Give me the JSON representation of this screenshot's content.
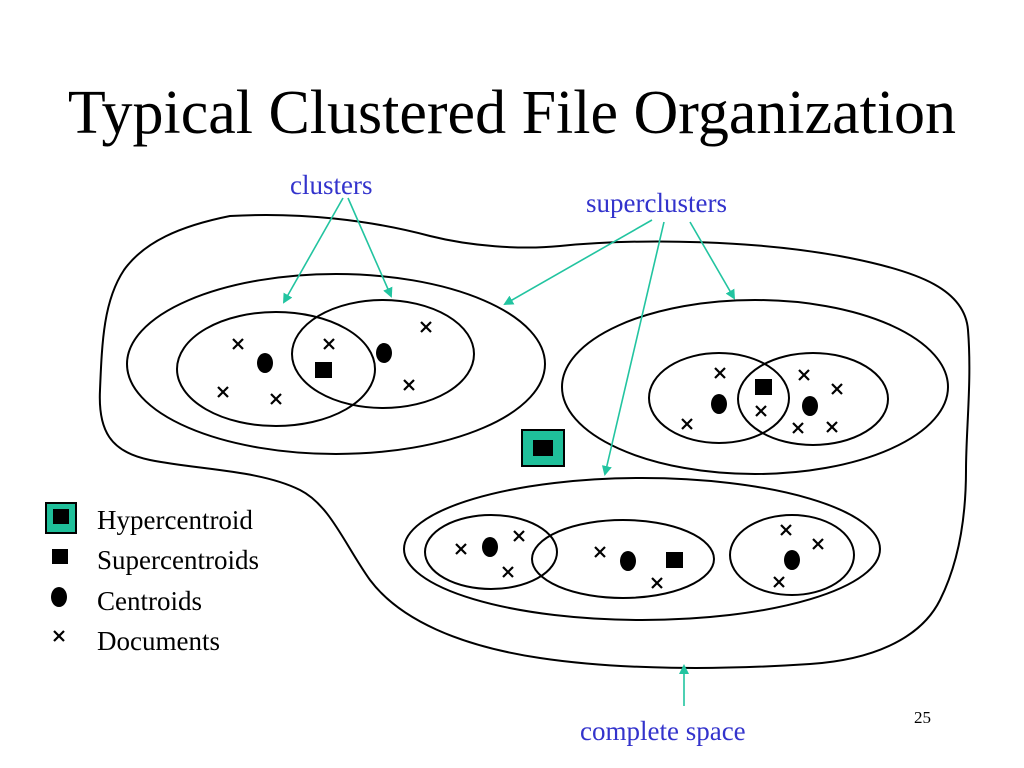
{
  "slide": {
    "title": "Typical Clustered File Organization",
    "page_number": "25"
  },
  "labels": {
    "clusters": "clusters",
    "superclusters": "superclusters",
    "complete_space": "complete space"
  },
  "legend": {
    "items": [
      {
        "symbol": "hypercentroid",
        "text": "Hypercentroid"
      },
      {
        "symbol": "supercentroid",
        "text": "Supercentroids"
      },
      {
        "symbol": "centroid",
        "text": "Centroids"
      },
      {
        "symbol": "document",
        "text": "Documents"
      }
    ]
  },
  "colors": {
    "arrow": "#22c4a0",
    "label_text": "#3333cc",
    "hypercentroid_fill": "#1fbf9a",
    "ink": "#000000"
  }
}
